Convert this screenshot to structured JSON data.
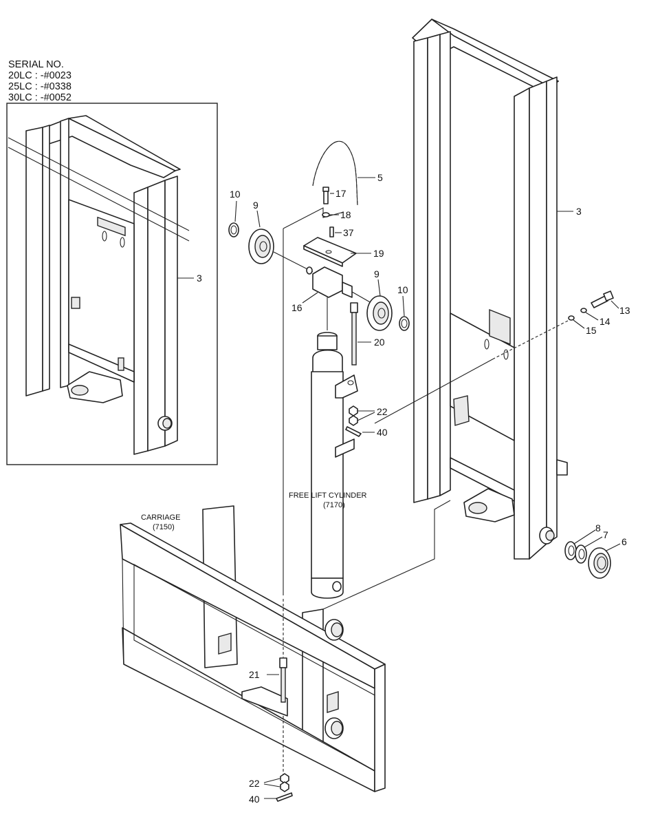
{
  "serial": {
    "heading": "SERIAL NO.",
    "lines": [
      "20LC : -#0023",
      "25LC : -#0338",
      "30LC : -#0052"
    ]
  },
  "captions": {
    "carriage_name": "CARRIAGE",
    "carriage_code": "(7150)",
    "cylinder_name": "FREE LIFT CYLINDER",
    "cylinder_code": "(7170)"
  },
  "callouts": {
    "p3_inset": "3",
    "p3_main": "3",
    "p5": "5",
    "p6": "6",
    "p7": "7",
    "p8": "8",
    "p9_left": "9",
    "p9_right": "9",
    "p10_left": "10",
    "p10_right": "10",
    "p13": "13",
    "p14": "14",
    "p15": "15",
    "p16": "16",
    "p17": "17",
    "p18": "18",
    "p19": "19",
    "p20": "20",
    "p21": "21",
    "p22_upper": "22",
    "p22_lower": "22",
    "p37": "37",
    "p40_upper": "40",
    "p40_lower": "40"
  }
}
